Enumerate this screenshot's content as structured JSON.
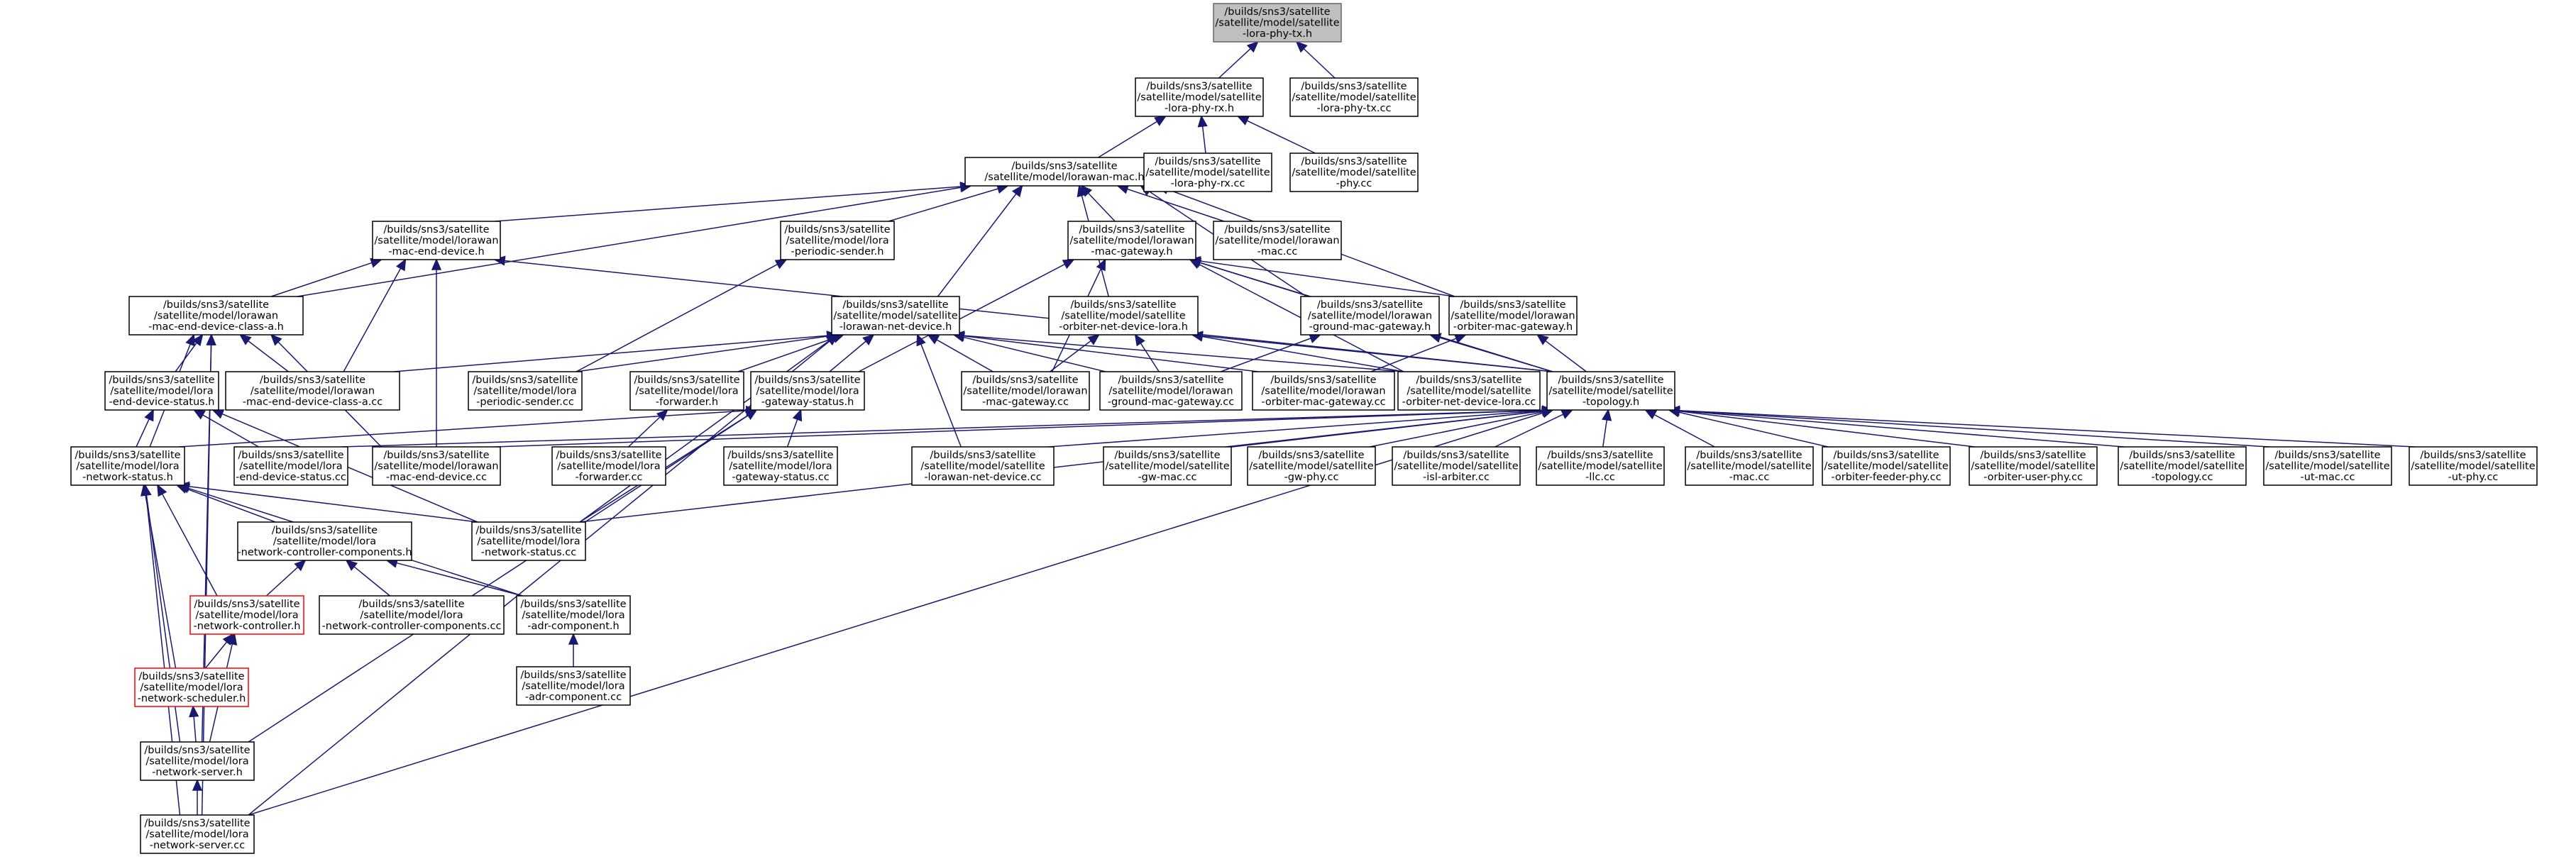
{
  "graph": {
    "nodes": [
      {
        "id": "lora_phy_tx_h",
        "lines": [
          "/builds/sns3/satellite",
          "/satellite/model/satellite",
          "-lora-phy-tx.h"
        ],
        "style": "root"
      },
      {
        "id": "lora_phy_rx_h",
        "lines": [
          "/builds/sns3/satellite",
          "/satellite/model/satellite",
          "-lora-phy-rx.h"
        ]
      },
      {
        "id": "lora_phy_tx_cc",
        "lines": [
          "/builds/sns3/satellite",
          "/satellite/model/satellite",
          "-lora-phy-tx.cc"
        ]
      },
      {
        "id": "lorawan_mac_h",
        "lines": [
          "/builds/sns3/satellite",
          "/satellite/model/lorawan-mac.h"
        ]
      },
      {
        "id": "lora_phy_rx_cc",
        "lines": [
          "/builds/sns3/satellite",
          "/satellite/model/satellite",
          "-lora-phy-rx.cc"
        ]
      },
      {
        "id": "phy_cc",
        "lines": [
          "/builds/sns3/satellite",
          "/satellite/model/satellite",
          "-phy.cc"
        ]
      },
      {
        "id": "mac_end_device_h",
        "lines": [
          "/builds/sns3/satellite",
          "/satellite/model/lorawan",
          "-mac-end-device.h"
        ]
      },
      {
        "id": "periodic_sender_h",
        "lines": [
          "/builds/sns3/satellite",
          "/satellite/model/lora",
          "-periodic-sender.h"
        ]
      },
      {
        "id": "mac_gateway_h",
        "lines": [
          "/builds/sns3/satellite",
          "/satellite/model/lorawan",
          "-mac-gateway.h"
        ]
      },
      {
        "id": "lorawan_mac_cc",
        "lines": [
          "/builds/sns3/satellite",
          "/satellite/model/lorawan",
          "-mac.cc"
        ]
      },
      {
        "id": "class_a_h",
        "lines": [
          "/builds/sns3/satellite",
          "/satellite/model/lorawan",
          "-mac-end-device-class-a.h"
        ]
      },
      {
        "id": "lorawan_net_device_h",
        "lines": [
          "/builds/sns3/satellite",
          "/satellite/model/satellite",
          "-lorawan-net-device.h"
        ]
      },
      {
        "id": "orbiter_net_device_lora_h",
        "lines": [
          "/builds/sns3/satellite",
          "/satellite/model/satellite",
          "-orbiter-net-device-lora.h"
        ]
      },
      {
        "id": "ground_mac_gateway_h",
        "lines": [
          "/builds/sns3/satellite",
          "/satellite/model/lorawan",
          "-ground-mac-gateway.h"
        ]
      },
      {
        "id": "orbiter_mac_gateway_h",
        "lines": [
          "/builds/sns3/satellite",
          "/satellite/model/lorawan",
          "-orbiter-mac-gateway.h"
        ]
      },
      {
        "id": "end_device_status_h",
        "lines": [
          "/builds/sns3/satellite",
          "/satellite/model/lora",
          "-end-device-status.h"
        ]
      },
      {
        "id": "class_a_cc",
        "lines": [
          "/builds/sns3/satellite",
          "/satellite/model/lorawan",
          "-mac-end-device-class-a.cc"
        ]
      },
      {
        "id": "periodic_sender_cc",
        "lines": [
          "/builds/sns3/satellite",
          "/satellite/model/lora",
          "-periodic-sender.cc"
        ]
      },
      {
        "id": "forwarder_h",
        "lines": [
          "/builds/sns3/satellite",
          "/satellite/model/lora",
          "-forwarder.h"
        ]
      },
      {
        "id": "gateway_status_h",
        "lines": [
          "/builds/sns3/satellite",
          "/satellite/model/lora",
          "-gateway-status.h"
        ]
      },
      {
        "id": "mac_gateway_cc",
        "lines": [
          "/builds/sns3/satellite",
          "/satellite/model/lorawan",
          "-mac-gateway.cc"
        ]
      },
      {
        "id": "ground_mac_gateway_cc",
        "lines": [
          "/builds/sns3/satellite",
          "/satellite/model/lorawan",
          "-ground-mac-gateway.cc"
        ]
      },
      {
        "id": "orbiter_mac_gateway_cc",
        "lines": [
          "/builds/sns3/satellite",
          "/satellite/model/lorawan",
          "-orbiter-mac-gateway.cc"
        ]
      },
      {
        "id": "orbiter_net_device_lora_cc",
        "lines": [
          "/builds/sns3/satellite",
          "/satellite/model/satellite",
          "-orbiter-net-device-lora.cc"
        ]
      },
      {
        "id": "topology_h",
        "lines": [
          "/builds/sns3/satellite",
          "/satellite/model/satellite",
          "-topology.h"
        ]
      },
      {
        "id": "network_status_h",
        "lines": [
          "/builds/sns3/satellite",
          "/satellite/model/lora",
          "-network-status.h"
        ]
      },
      {
        "id": "end_device_status_cc",
        "lines": [
          "/builds/sns3/satellite",
          "/satellite/model/lora",
          "-end-device-status.cc"
        ]
      },
      {
        "id": "mac_end_device_cc",
        "lines": [
          "/builds/sns3/satellite",
          "/satellite/model/lorawan",
          "-mac-end-device.cc"
        ]
      },
      {
        "id": "forwarder_cc",
        "lines": [
          "/builds/sns3/satellite",
          "/satellite/model/lora",
          "-forwarder.cc"
        ]
      },
      {
        "id": "gateway_status_cc",
        "lines": [
          "/builds/sns3/satellite",
          "/satellite/model/lora",
          "-gateway-status.cc"
        ]
      },
      {
        "id": "lorawan_net_device_cc",
        "lines": [
          "/builds/sns3/satellite",
          "/satellite/model/satellite",
          "-lorawan-net-device.cc"
        ]
      },
      {
        "id": "gw_mac_cc",
        "lines": [
          "/builds/sns3/satellite",
          "/satellite/model/satellite",
          "-gw-mac.cc"
        ]
      },
      {
        "id": "gw_phy_cc",
        "lines": [
          "/builds/sns3/satellite",
          "/satellite/model/satellite",
          "-gw-phy.cc"
        ]
      },
      {
        "id": "isl_arbiter_cc",
        "lines": [
          "/builds/sns3/satellite",
          "/satellite/model/satellite",
          "-isl-arbiter.cc"
        ]
      },
      {
        "id": "llc_cc",
        "lines": [
          "/builds/sns3/satellite",
          "/satellite/model/satellite",
          "-llc.cc"
        ]
      },
      {
        "id": "mac_cc",
        "lines": [
          "/builds/sns3/satellite",
          "/satellite/model/satellite",
          "-mac.cc"
        ]
      },
      {
        "id": "orbiter_feeder_phy_cc",
        "lines": [
          "/builds/sns3/satellite",
          "/satellite/model/satellite",
          "-orbiter-feeder-phy.cc"
        ]
      },
      {
        "id": "orbiter_user_phy_cc",
        "lines": [
          "/builds/sns3/satellite",
          "/satellite/model/satellite",
          "-orbiter-user-phy.cc"
        ]
      },
      {
        "id": "topology_cc",
        "lines": [
          "/builds/sns3/satellite",
          "/satellite/model/satellite",
          "-topology.cc"
        ]
      },
      {
        "id": "ut_mac_cc",
        "lines": [
          "/builds/sns3/satellite",
          "/satellite/model/satellite",
          "-ut-mac.cc"
        ]
      },
      {
        "id": "ut_phy_cc",
        "lines": [
          "/builds/sns3/satellite",
          "/satellite/model/satellite",
          "-ut-phy.cc"
        ]
      },
      {
        "id": "ncc_h",
        "lines": [
          "/builds/sns3/satellite",
          "/satellite/model/lora",
          "-network-controller-components.h"
        ]
      },
      {
        "id": "network_status_cc",
        "lines": [
          "/builds/sns3/satellite",
          "/satellite/model/lora",
          "-network-status.cc"
        ]
      },
      {
        "id": "network_controller_h",
        "lines": [
          "/builds/sns3/satellite",
          "/satellite/model/lora",
          "-network-controller.h"
        ],
        "style": "red"
      },
      {
        "id": "ncc_cc",
        "lines": [
          "/builds/sns3/satellite",
          "/satellite/model/lora",
          "-network-controller-components.cc"
        ]
      },
      {
        "id": "adr_component_h",
        "lines": [
          "/builds/sns3/satellite",
          "/satellite/model/lora",
          "-adr-component.h"
        ]
      },
      {
        "id": "network_scheduler_h",
        "lines": [
          "/builds/sns3/satellite",
          "/satellite/model/lora",
          "-network-scheduler.h"
        ],
        "style": "red"
      },
      {
        "id": "adr_component_cc",
        "lines": [
          "/builds/sns3/satellite",
          "/satellite/model/lora",
          "-adr-component.cc"
        ]
      },
      {
        "id": "network_server_h",
        "lines": [
          "/builds/sns3/satellite",
          "/satellite/model/lora",
          "-network-server.h"
        ]
      },
      {
        "id": "network_server_cc",
        "lines": [
          "/builds/sns3/satellite",
          "/satellite/model/lora",
          "-network-server.cc"
        ]
      }
    ],
    "edges": [
      [
        "lora_phy_rx_h",
        "lora_phy_tx_h"
      ],
      [
        "lora_phy_tx_cc",
        "lora_phy_tx_h"
      ],
      [
        "lorawan_mac_h",
        "lora_phy_rx_h"
      ],
      [
        "lora_phy_rx_cc",
        "lora_phy_rx_h"
      ],
      [
        "phy_cc",
        "lora_phy_rx_h"
      ],
      [
        "mac_end_device_h",
        "lorawan_mac_h"
      ],
      [
        "periodic_sender_h",
        "lorawan_mac_h"
      ],
      [
        "mac_gateway_h",
        "lorawan_mac_h"
      ],
      [
        "lorawan_mac_cc",
        "lorawan_mac_h"
      ],
      [
        "class_a_h",
        "lorawan_mac_h"
      ],
      [
        "lorawan_net_device_h",
        "lorawan_mac_h"
      ],
      [
        "orbiter_net_device_lora_h",
        "lorawan_mac_h"
      ],
      [
        "ground_mac_gateway_h",
        "lorawan_mac_h"
      ],
      [
        "orbiter_mac_gateway_h",
        "lorawan_mac_h"
      ],
      [
        "class_a_h",
        "mac_end_device_h"
      ],
      [
        "class_a_cc",
        "mac_end_device_h"
      ],
      [
        "mac_end_device_cc",
        "mac_end_device_h"
      ],
      [
        "topology_h",
        "mac_end_device_h"
      ],
      [
        "periodic_sender_cc",
        "periodic_sender_h"
      ],
      [
        "gateway_status_h",
        "mac_gateway_h"
      ],
      [
        "mac_gateway_cc",
        "mac_gateway_h"
      ],
      [
        "ground_mac_gateway_h",
        "mac_gateway_h"
      ],
      [
        "orbiter_mac_gateway_h",
        "mac_gateway_h"
      ],
      [
        "topology_h",
        "mac_gateway_h"
      ],
      [
        "orbiter_net_device_lora_cc",
        "mac_gateway_h"
      ],
      [
        "end_device_status_h",
        "class_a_h"
      ],
      [
        "class_a_cc",
        "class_a_h"
      ],
      [
        "mac_end_device_cc",
        "class_a_h"
      ],
      [
        "network_status_h",
        "class_a_h"
      ],
      [
        "network_server_h",
        "class_a_h"
      ],
      [
        "network_server_cc",
        "class_a_h"
      ],
      [
        "class_a_cc",
        "lorawan_net_device_h"
      ],
      [
        "periodic_sender_cc",
        "lorawan_net_device_h"
      ],
      [
        "forwarder_h",
        "lorawan_net_device_h"
      ],
      [
        "gateway_status_h",
        "lorawan_net_device_h"
      ],
      [
        "mac_gateway_cc",
        "lorawan_net_device_h"
      ],
      [
        "ground_mac_gateway_cc",
        "lorawan_net_device_h"
      ],
      [
        "orbiter_mac_gateway_cc",
        "lorawan_net_device_h"
      ],
      [
        "lorawan_net_device_cc",
        "lorawan_net_device_h"
      ],
      [
        "orbiter_net_device_lora_cc",
        "lorawan_net_device_h"
      ],
      [
        "network_status_cc",
        "lorawan_net_device_h"
      ],
      [
        "network_server_cc",
        "lorawan_net_device_h"
      ],
      [
        "mac_gateway_cc",
        "orbiter_net_device_lora_h"
      ],
      [
        "ground_mac_gateway_cc",
        "orbiter_net_device_lora_h"
      ],
      [
        "orbiter_net_device_lora_cc",
        "orbiter_net_device_lora_h"
      ],
      [
        "topology_h",
        "orbiter_net_device_lora_h"
      ],
      [
        "ground_mac_gateway_cc",
        "ground_mac_gateway_h"
      ],
      [
        "topology_h",
        "ground_mac_gateway_h"
      ],
      [
        "orbiter_mac_gateway_cc",
        "orbiter_mac_gateway_h"
      ],
      [
        "topology_h",
        "orbiter_mac_gateway_h"
      ],
      [
        "network_status_h",
        "end_device_status_h"
      ],
      [
        "end_device_status_cc",
        "end_device_status_h"
      ],
      [
        "network_status_cc",
        "end_device_status_h"
      ],
      [
        "forwarder_cc",
        "forwarder_h"
      ],
      [
        "network_status_h",
        "gateway_status_h"
      ],
      [
        "gateway_status_cc",
        "gateway_status_h"
      ],
      [
        "network_status_cc",
        "gateway_status_h"
      ],
      [
        "network_server_h",
        "gateway_status_h"
      ],
      [
        "end_device_status_cc",
        "topology_h"
      ],
      [
        "mac_end_device_cc",
        "topology_h"
      ],
      [
        "lorawan_net_device_cc",
        "topology_h"
      ],
      [
        "network_status_cc",
        "topology_h"
      ],
      [
        "gw_mac_cc",
        "topology_h"
      ],
      [
        "gw_phy_cc",
        "topology_h"
      ],
      [
        "isl_arbiter_cc",
        "topology_h"
      ],
      [
        "llc_cc",
        "topology_h"
      ],
      [
        "mac_cc",
        "topology_h"
      ],
      [
        "orbiter_feeder_phy_cc",
        "topology_h"
      ],
      [
        "orbiter_user_phy_cc",
        "topology_h"
      ],
      [
        "topology_cc",
        "topology_h"
      ],
      [
        "ut_mac_cc",
        "topology_h"
      ],
      [
        "ut_phy_cc",
        "topology_h"
      ],
      [
        "network_server_cc",
        "topology_h"
      ],
      [
        "ncc_h",
        "network_status_h"
      ],
      [
        "network_status_cc",
        "network_status_h"
      ],
      [
        "network_controller_h",
        "network_status_h"
      ],
      [
        "adr_component_h",
        "network_status_h"
      ],
      [
        "network_scheduler_h",
        "network_status_h"
      ],
      [
        "network_server_h",
        "network_status_h"
      ],
      [
        "network_server_cc",
        "network_status_h"
      ],
      [
        "network_controller_h",
        "ncc_h"
      ],
      [
        "ncc_cc",
        "ncc_h"
      ],
      [
        "adr_component_h",
        "ncc_h"
      ],
      [
        "network_scheduler_h",
        "network_controller_h"
      ],
      [
        "network_server_h",
        "network_controller_h"
      ],
      [
        "adr_component_cc",
        "adr_component_h"
      ],
      [
        "network_server_h",
        "network_scheduler_h"
      ],
      [
        "network_server_cc",
        "network_server_h"
      ]
    ]
  }
}
